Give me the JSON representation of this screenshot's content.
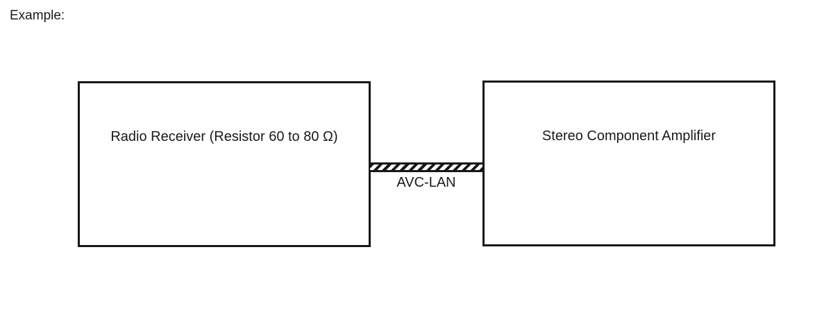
{
  "caption": "Example:",
  "diagram": {
    "left_box": {
      "label": "Radio Receiver (Resistor 60 to 80 Ω)"
    },
    "right_box": {
      "label": "Stereo Component Amplifier"
    },
    "connector": {
      "label": "AVC-LAN",
      "style": "hatched-bus-band"
    },
    "colors": {
      "line": "#161616",
      "text": "#1a1a1a",
      "background": "#ffffff"
    }
  }
}
